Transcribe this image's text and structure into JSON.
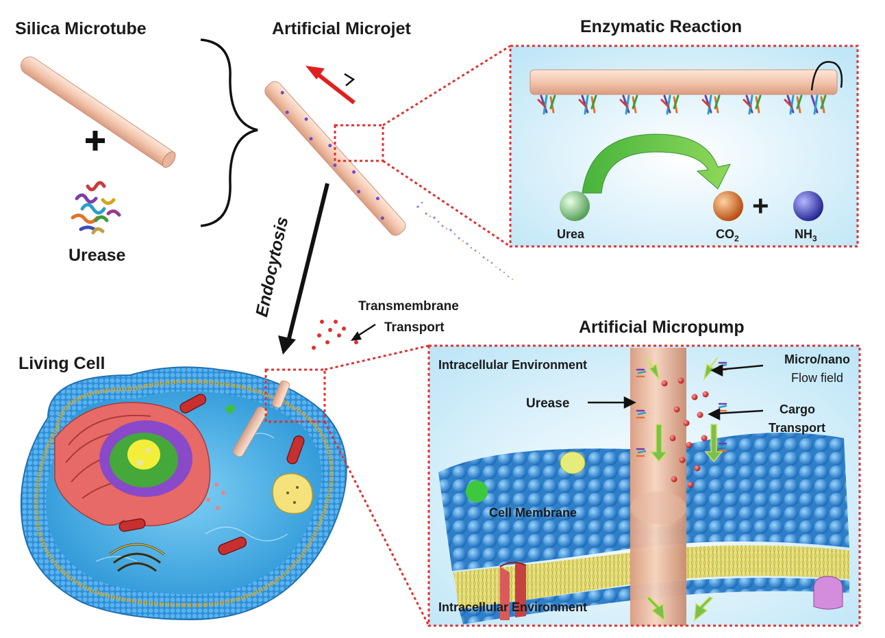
{
  "labels": {
    "silica_microtube": "Silica Microtube",
    "plus": "+",
    "urease": "Urease",
    "artificial_microjet": "Artificial Microjet",
    "enzymatic_reaction": "Enzymatic Reaction",
    "endocytosis": "Endocytosis",
    "transmembrane_1": "Transmembrane",
    "transmembrane_2": "Transport",
    "living_cell": "Living Cell",
    "artificial_micropump": "Artificial Micropump"
  },
  "reaction": {
    "urea": "Urea",
    "co2": "CO",
    "co2_sub": "2",
    "plus": "+",
    "nh3": "NH",
    "nh3_sub": "3"
  },
  "micropump": {
    "intracellular_top": "Intracellular Environment",
    "intracellular_bottom": "Intracellular Environment",
    "micronano_1": "Micro/nano",
    "micronano_2": "Flow field",
    "urease": "Urease",
    "cargo_1": "Cargo",
    "cargo_2": "Transport",
    "cell_membrane": "Cell Membrane"
  },
  "colors": {
    "dotted_frame": "#e03030",
    "arrow_red": "#e02020",
    "tube": "#f3c6ae",
    "cell_blue": "#2f8fd8",
    "urea_ball": "#8fd08a",
    "co2_ball": "#e8761a",
    "nh3_ball": "#3d3fd0"
  }
}
